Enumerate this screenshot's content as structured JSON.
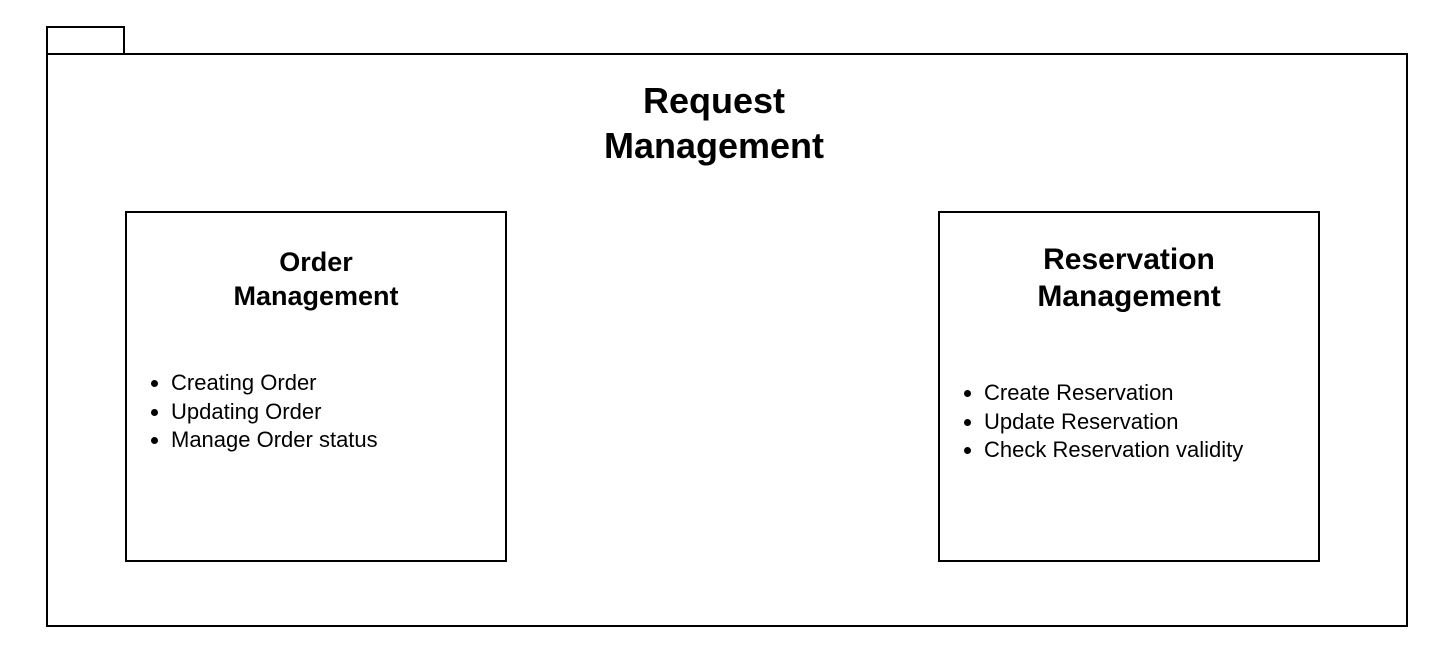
{
  "package": {
    "title": "Request\nManagement"
  },
  "subpackages": {
    "order": {
      "title": "Order\nManagement",
      "items": [
        "Creating Order",
        "Updating Order",
        "Manage Order status"
      ]
    },
    "reservation": {
      "title": "Reservation\nManagement",
      "items": [
        "Create Reservation",
        "Update Reservation",
        "Check Reservation validity"
      ]
    }
  }
}
